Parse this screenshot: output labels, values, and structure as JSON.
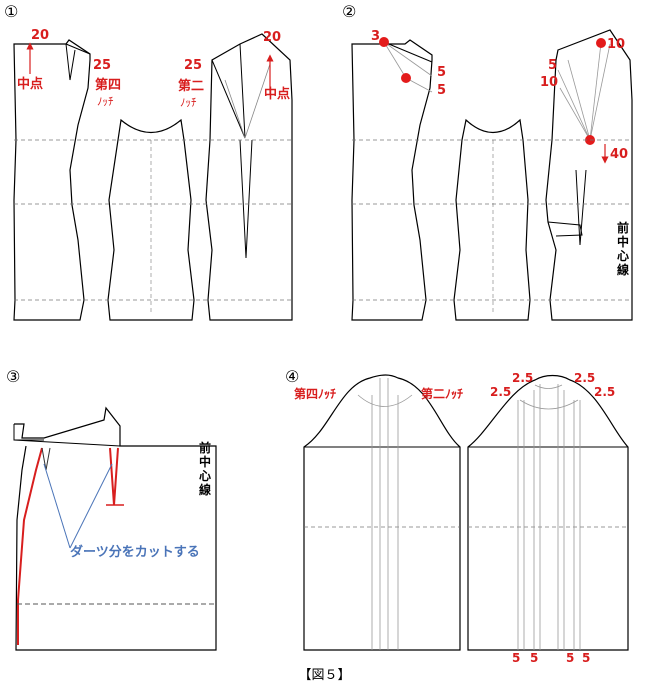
{
  "figure": {
    "caption": "【図５】",
    "colors": {
      "outline": "#000000",
      "guide": "#888888",
      "red": "#d81e1e",
      "blue": "#4a74b8",
      "green": "#3aa63a"
    }
  },
  "panel1": {
    "number": "①",
    "label_20_left": "20",
    "label_20_right": "20",
    "label_25_left": "25",
    "label_25_right": "25",
    "label_midpoint_left": "中点",
    "label_midpoint_right": "中点",
    "label_notch4_a": "第四",
    "label_notch4_b": "ﾉｯﾁ",
    "label_notch2_a": "第二",
    "label_notch2_b": "ﾉｯﾁ"
  },
  "panel2": {
    "number": "②",
    "label_3": "3",
    "label_5_a": "5",
    "label_5_b": "5",
    "label_10_top": "10",
    "label_5_c": "5",
    "label_10_mid": "10",
    "label_40": "40",
    "center_front_line": [
      "前",
      "中",
      "心",
      "線"
    ]
  },
  "panel3": {
    "number": "③",
    "cut_darts": "ダーツ分をカットする",
    "center_front_line": [
      "前",
      "中",
      "心",
      "線"
    ]
  },
  "panel4": {
    "number": "④",
    "label_notch4": "第四ﾉｯﾁ",
    "label_notch2": "第二ﾉｯﾁ",
    "top_labels": [
      "2.5",
      "2.5",
      "2.5",
      "2.5"
    ],
    "bottom_labels": [
      "5",
      "5",
      "5",
      "5"
    ]
  }
}
